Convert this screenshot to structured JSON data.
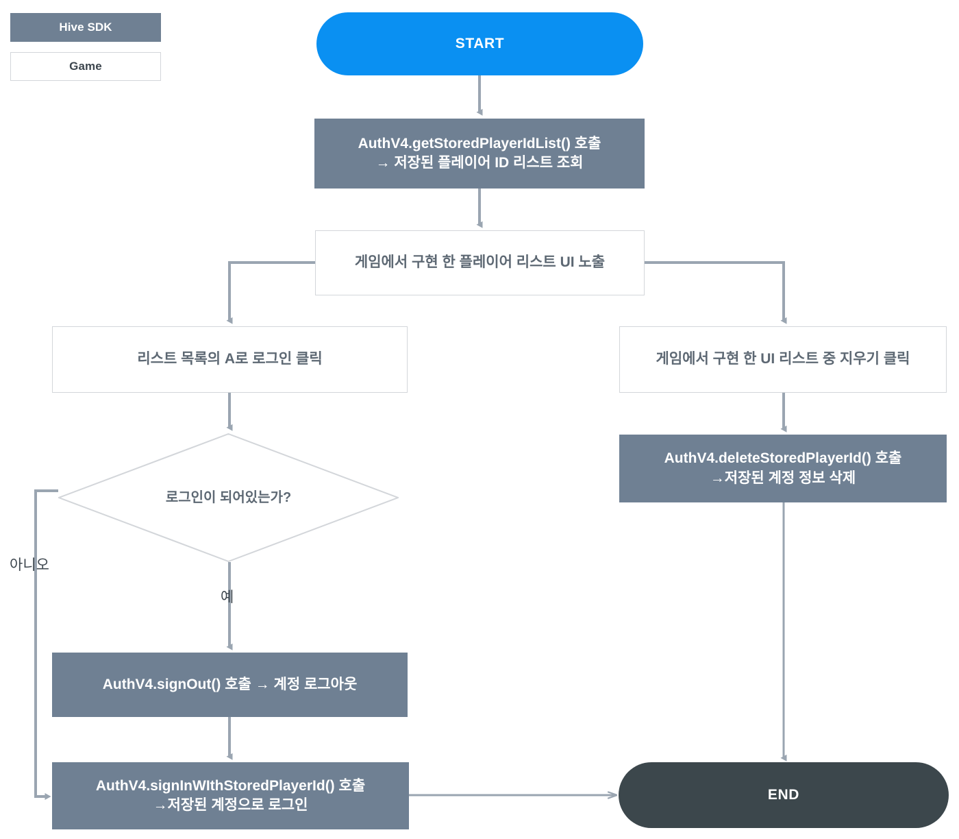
{
  "diagram": {
    "title": "Hive SDK stored player id login flow",
    "colors": {
      "sdk_fill": "#6f8093",
      "game_fill": "#ffffff",
      "game_border": "#d3d6da",
      "start_fill": "#0a90f2",
      "end_fill": "#3c474c",
      "connector": "#9aa5b1",
      "text_dark": "#5d6873",
      "text_light": "#ffffff"
    }
  },
  "legend": {
    "items": [
      {
        "label": "Hive SDK",
        "kind": "sdk"
      },
      {
        "label": "Game",
        "kind": "game"
      }
    ]
  },
  "nodes": {
    "start": {
      "label": "START",
      "kind": "terminator"
    },
    "get_stored_list": {
      "label": "AuthV4.getStoredPlayerIdList() 호출\n→ 저장된 플레이어 ID 리스트 조회",
      "kind": "sdk"
    },
    "show_list_ui": {
      "label": "게임에서 구현 한 플레이어 리스트 UI 노출",
      "kind": "game"
    },
    "click_login_a": {
      "label": "리스트 목록의 A로 로그인 클릭",
      "kind": "game"
    },
    "click_delete": {
      "label": "게임에서 구현 한 UI 리스트 중 지우기 클릭",
      "kind": "game"
    },
    "is_logged_in": {
      "label": "로그인이 되어있는가?",
      "kind": "decision"
    },
    "sign_out": {
      "label": "AuthV4.signOut() 호출 → 계정 로그아웃",
      "kind": "sdk"
    },
    "sign_in_stored": {
      "label": "AuthV4.signInWIthStoredPlayerId() 호출\n→저장된 계정으로 로그인",
      "kind": "sdk"
    },
    "delete_stored": {
      "label": "AuthV4.deleteStoredPlayerId() 호출\n→저장된 계정 정보 삭제",
      "kind": "sdk"
    },
    "end": {
      "label": "END",
      "kind": "terminator"
    }
  },
  "edge_labels": {
    "no": "아니오",
    "yes": "예"
  },
  "chart_data": {
    "type": "table",
    "title": "Flowchart nodes and edges",
    "nodes": [
      {
        "id": "start",
        "text": "START",
        "shape": "terminator",
        "style": "start"
      },
      {
        "id": "get_stored_list",
        "text": "AuthV4.getStoredPlayerIdList() 호출 → 저장된 플레이어 ID 리스트 조회",
        "shape": "process",
        "style": "sdk"
      },
      {
        "id": "show_list_ui",
        "text": "게임에서 구현 한 플레이어 리스트 UI 노출",
        "shape": "process",
        "style": "game"
      },
      {
        "id": "click_login_a",
        "text": "리스트 목록의 A로 로그인 클릭",
        "shape": "process",
        "style": "game"
      },
      {
        "id": "click_delete",
        "text": "게임에서 구현 한 UI 리스트 중 지우기 클릭",
        "shape": "process",
        "style": "game"
      },
      {
        "id": "is_logged_in",
        "text": "로그인이 되어있는가?",
        "shape": "decision",
        "style": "game"
      },
      {
        "id": "sign_out",
        "text": "AuthV4.signOut() 호출 → 계정 로그아웃",
        "shape": "process",
        "style": "sdk"
      },
      {
        "id": "sign_in_stored",
        "text": "AuthV4.signInWIthStoredPlayerId() 호출 →저장된 계정으로 로그인",
        "shape": "process",
        "style": "sdk"
      },
      {
        "id": "delete_stored",
        "text": "AuthV4.deleteStoredPlayerId() 호출 →저장된 계정 정보 삭제",
        "shape": "process",
        "style": "sdk"
      },
      {
        "id": "end",
        "text": "END",
        "shape": "terminator",
        "style": "end"
      }
    ],
    "edges": [
      {
        "from": "start",
        "to": "get_stored_list",
        "label": ""
      },
      {
        "from": "get_stored_list",
        "to": "show_list_ui",
        "label": ""
      },
      {
        "from": "show_list_ui",
        "to": "click_login_a",
        "label": ""
      },
      {
        "from": "show_list_ui",
        "to": "click_delete",
        "label": ""
      },
      {
        "from": "click_login_a",
        "to": "is_logged_in",
        "label": ""
      },
      {
        "from": "is_logged_in",
        "to": "sign_out",
        "label": "예"
      },
      {
        "from": "is_logged_in",
        "to": "sign_in_stored",
        "label": "아니오"
      },
      {
        "from": "sign_out",
        "to": "sign_in_stored",
        "label": ""
      },
      {
        "from": "sign_in_stored",
        "to": "end",
        "label": ""
      },
      {
        "from": "click_delete",
        "to": "delete_stored",
        "label": ""
      },
      {
        "from": "delete_stored",
        "to": "end",
        "label": ""
      }
    ]
  }
}
